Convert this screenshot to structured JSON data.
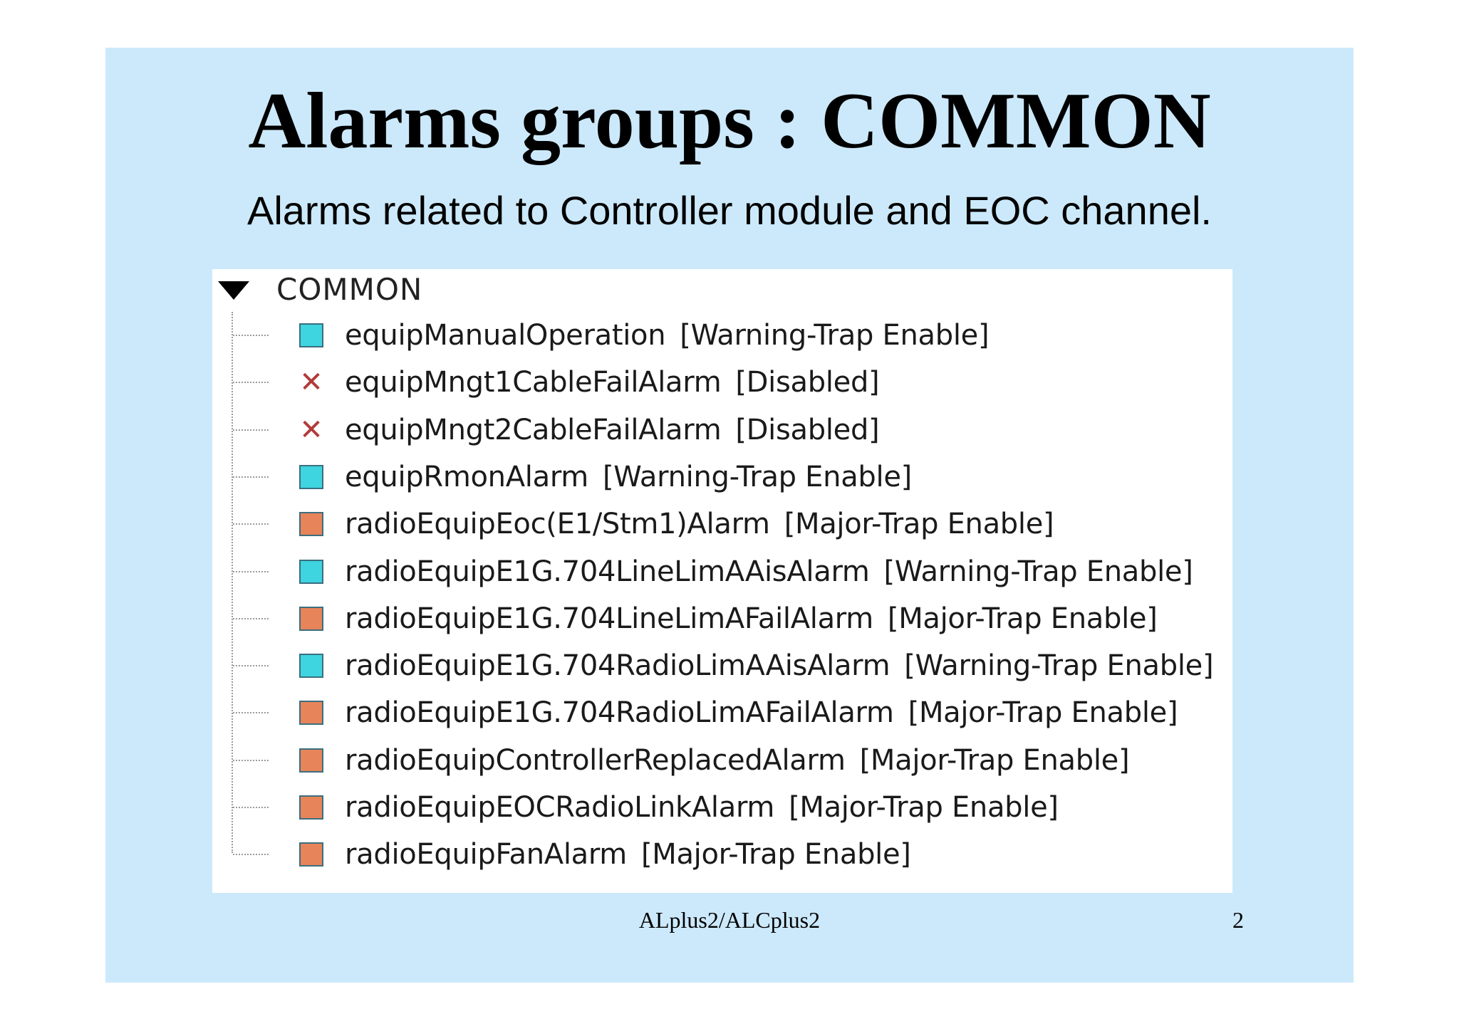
{
  "slide": {
    "title": "Alarms groups : COMMON",
    "subtitle": "Alarms related to Controller module and EOC channel.",
    "footer_text": "ALplus2/ALCplus2",
    "page_number": "2"
  },
  "colors": {
    "slide_background": "#cce9fb",
    "warning_icon": "#3ed4e0",
    "major_icon": "#e8845a",
    "disabled_icon": "#b23a3a"
  },
  "tree": {
    "root_label": "COMMON",
    "root_icon": "expanded-triangle-icon",
    "items": [
      {
        "name": "equipManualOperation",
        "state": "[Warning-Trap Enable]",
        "icon": "warning-square-icon",
        "status": "warning"
      },
      {
        "name": "equipMngt1CableFailAlarm",
        "state": "[Disabled]",
        "icon": "disabled-x-icon",
        "status": "disabled"
      },
      {
        "name": "equipMngt2CableFailAlarm",
        "state": "[Disabled]",
        "icon": "disabled-x-icon",
        "status": "disabled"
      },
      {
        "name": "equipRmonAlarm",
        "state": "[Warning-Trap Enable]",
        "icon": "warning-square-icon",
        "status": "warning"
      },
      {
        "name": "radioEquipEoc(E1/Stm1)Alarm",
        "state": "[Major-Trap Enable]",
        "icon": "major-square-icon",
        "status": "major"
      },
      {
        "name": "radioEquipE1G.704LineLimAAisAlarm",
        "state": "[Warning-Trap Enable]",
        "icon": "warning-square-icon",
        "status": "warning"
      },
      {
        "name": "radioEquipE1G.704LineLimAFailAlarm",
        "state": "[Major-Trap Enable]",
        "icon": "major-square-icon",
        "status": "major"
      },
      {
        "name": "radioEquipE1G.704RadioLimAAisAlarm",
        "state": "[Warning-Trap Enable]",
        "icon": "warning-square-icon",
        "status": "warning"
      },
      {
        "name": "radioEquipE1G.704RadioLimAFailAlarm",
        "state": "[Major-Trap Enable]",
        "icon": "major-square-icon",
        "status": "major"
      },
      {
        "name": "radioEquipControllerReplacedAlarm",
        "state": "[Major-Trap Enable]",
        "icon": "major-square-icon",
        "status": "major"
      },
      {
        "name": "radioEquipEOCRadioLinkAlarm",
        "state": "[Major-Trap Enable]",
        "icon": "major-square-icon",
        "status": "major"
      },
      {
        "name": "radioEquipFanAlarm",
        "state": "[Major-Trap Enable]",
        "icon": "major-square-icon",
        "status": "major"
      }
    ]
  }
}
